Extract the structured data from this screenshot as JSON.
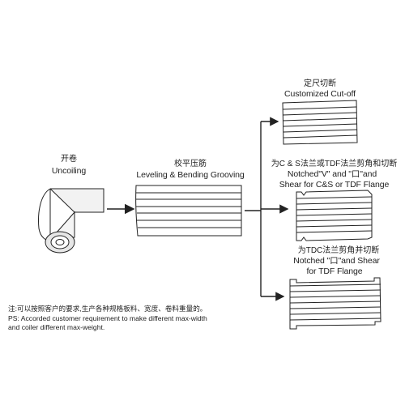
{
  "uncoiling": {
    "cn": "开卷",
    "en": "Uncoiling"
  },
  "leveling": {
    "cn": "校平压筋",
    "en": "Leveling & Bending Grooving"
  },
  "cutoff": {
    "cn": "定尺切断",
    "en": "Customized Cut-off"
  },
  "notched_v": {
    "cn": "为C & S法兰或TDF法兰剪角和切断",
    "en1": "Notched\"V\" and \"口\"and",
    "en2": "Shear for C&S or TDF Flange"
  },
  "notched_tdc": {
    "cn": "为TDC法兰剪角并切断",
    "en1": "Notched \"口\"and Shear",
    "en2": "for TDF Flange"
  },
  "note": {
    "cn": "注:可以按照客户的要求,生产各种规格板料、宽度、卷料重量的。",
    "en1": "PS: Accorded customer requirement to make different max-width",
    "en2": "and coiler different max-weight."
  },
  "colors": {
    "line": "#222222",
    "sheet_fill": "#ffffff",
    "coil_shade": "#e6e6e6"
  }
}
